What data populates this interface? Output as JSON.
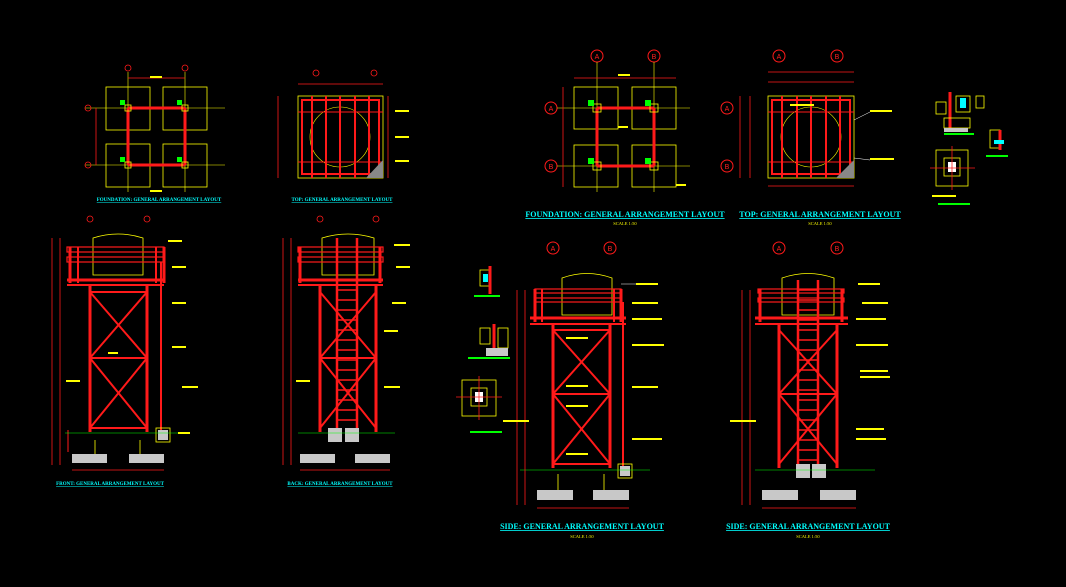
{
  "drawing": {
    "background": "#000000",
    "colors": {
      "structure": "#ff1a1a",
      "outline": "#ffff00",
      "title": "#00ffff",
      "footing": "#c8c8c8",
      "marker": "#00ff00",
      "annotation": "#ffffff"
    },
    "titles": {
      "foundation_small": "FOUNDATION: GENERAL ARRANGEMENT LAYOUT",
      "top_small": "TOP: GENERAL ARRANGEMENT LAYOUT",
      "front_small": "FRONT: GENERAL ARRANGEMENT LAYOUT",
      "back_small": "BACK: GENERAL ARRANGEMENT LAYOUT",
      "foundation_main": "FOUNDATION: GENERAL ARRANGEMENT LAYOUT",
      "top_main": "TOP: GENERAL ARRANGEMENT LAYOUT",
      "side_left": "SIDE: GENERAL ARRANGEMENT LAYOUT",
      "side_right": "SIDE: GENERAL ARRANGEMENT LAYOUT"
    },
    "scale_text": "SCALE 1:50",
    "grid_marks": {
      "a": "A",
      "b": "B"
    }
  }
}
